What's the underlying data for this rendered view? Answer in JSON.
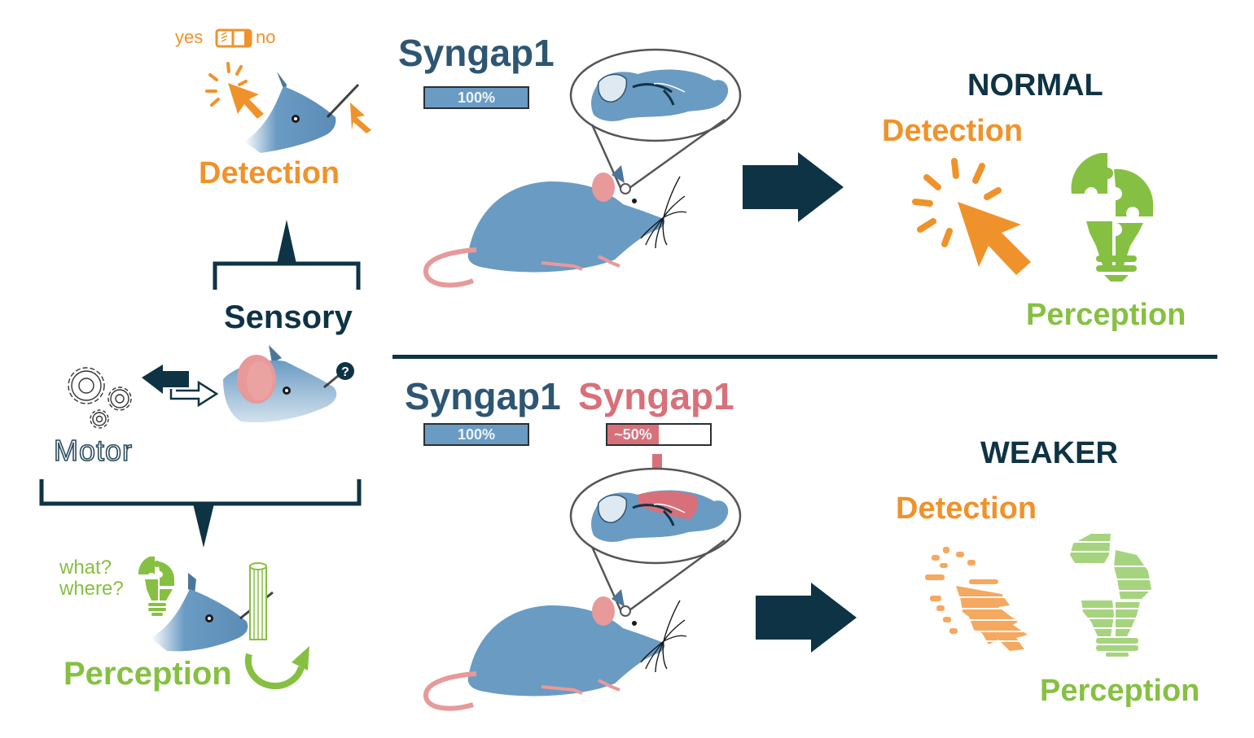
{
  "left_panel": {
    "detection": {
      "toggle_yes": "yes",
      "toggle_no": "no",
      "label": "Detection",
      "icons": [
        "toggle-switch-icon",
        "click-cursor-icon",
        "mouse-head-icon",
        "whisker-icon",
        "cursor-arrow-icon"
      ]
    },
    "sensory": {
      "label": "Sensory",
      "icons": [
        "mouse-head-icon",
        "question-mark-icon"
      ]
    },
    "motor": {
      "label": "Motor",
      "icons": [
        "gears-icon",
        "bidirectional-arrows-icon"
      ]
    },
    "perception": {
      "question_what": "what?",
      "question_where": "where?",
      "label": "Perception",
      "icons": [
        "puzzle-lightbulb-icon",
        "mouse-head-icon",
        "textured-pole-icon",
        "circular-arrow-icon"
      ]
    }
  },
  "top_row": {
    "gene_label": "Syngap1",
    "expression_bar": {
      "label": "100%",
      "fraction": 1.0,
      "color": "#6a9bc3"
    },
    "outcome_title": "NORMAL",
    "detection_label": "Detection",
    "perception_label": "Perception"
  },
  "bottom_row": {
    "gene_label_1": "Syngap1",
    "gene_label_2": "Syngap1",
    "expression_bar_1": {
      "label": "100%",
      "fraction": 1.0,
      "color": "#6a9bc3"
    },
    "expression_bar_2": {
      "label": "~50%",
      "fraction": 0.5,
      "color": "#d8707a"
    },
    "outcome_title": "WEAKER",
    "detection_label": "Detection",
    "perception_label": "Perception"
  },
  "colors": {
    "navy": "#0e3344",
    "steel_blue": "#2d5673",
    "mouse_blue": "#6a9bc3",
    "pink": "#d8707a",
    "orange": "#f0922b",
    "green": "#86c042"
  }
}
